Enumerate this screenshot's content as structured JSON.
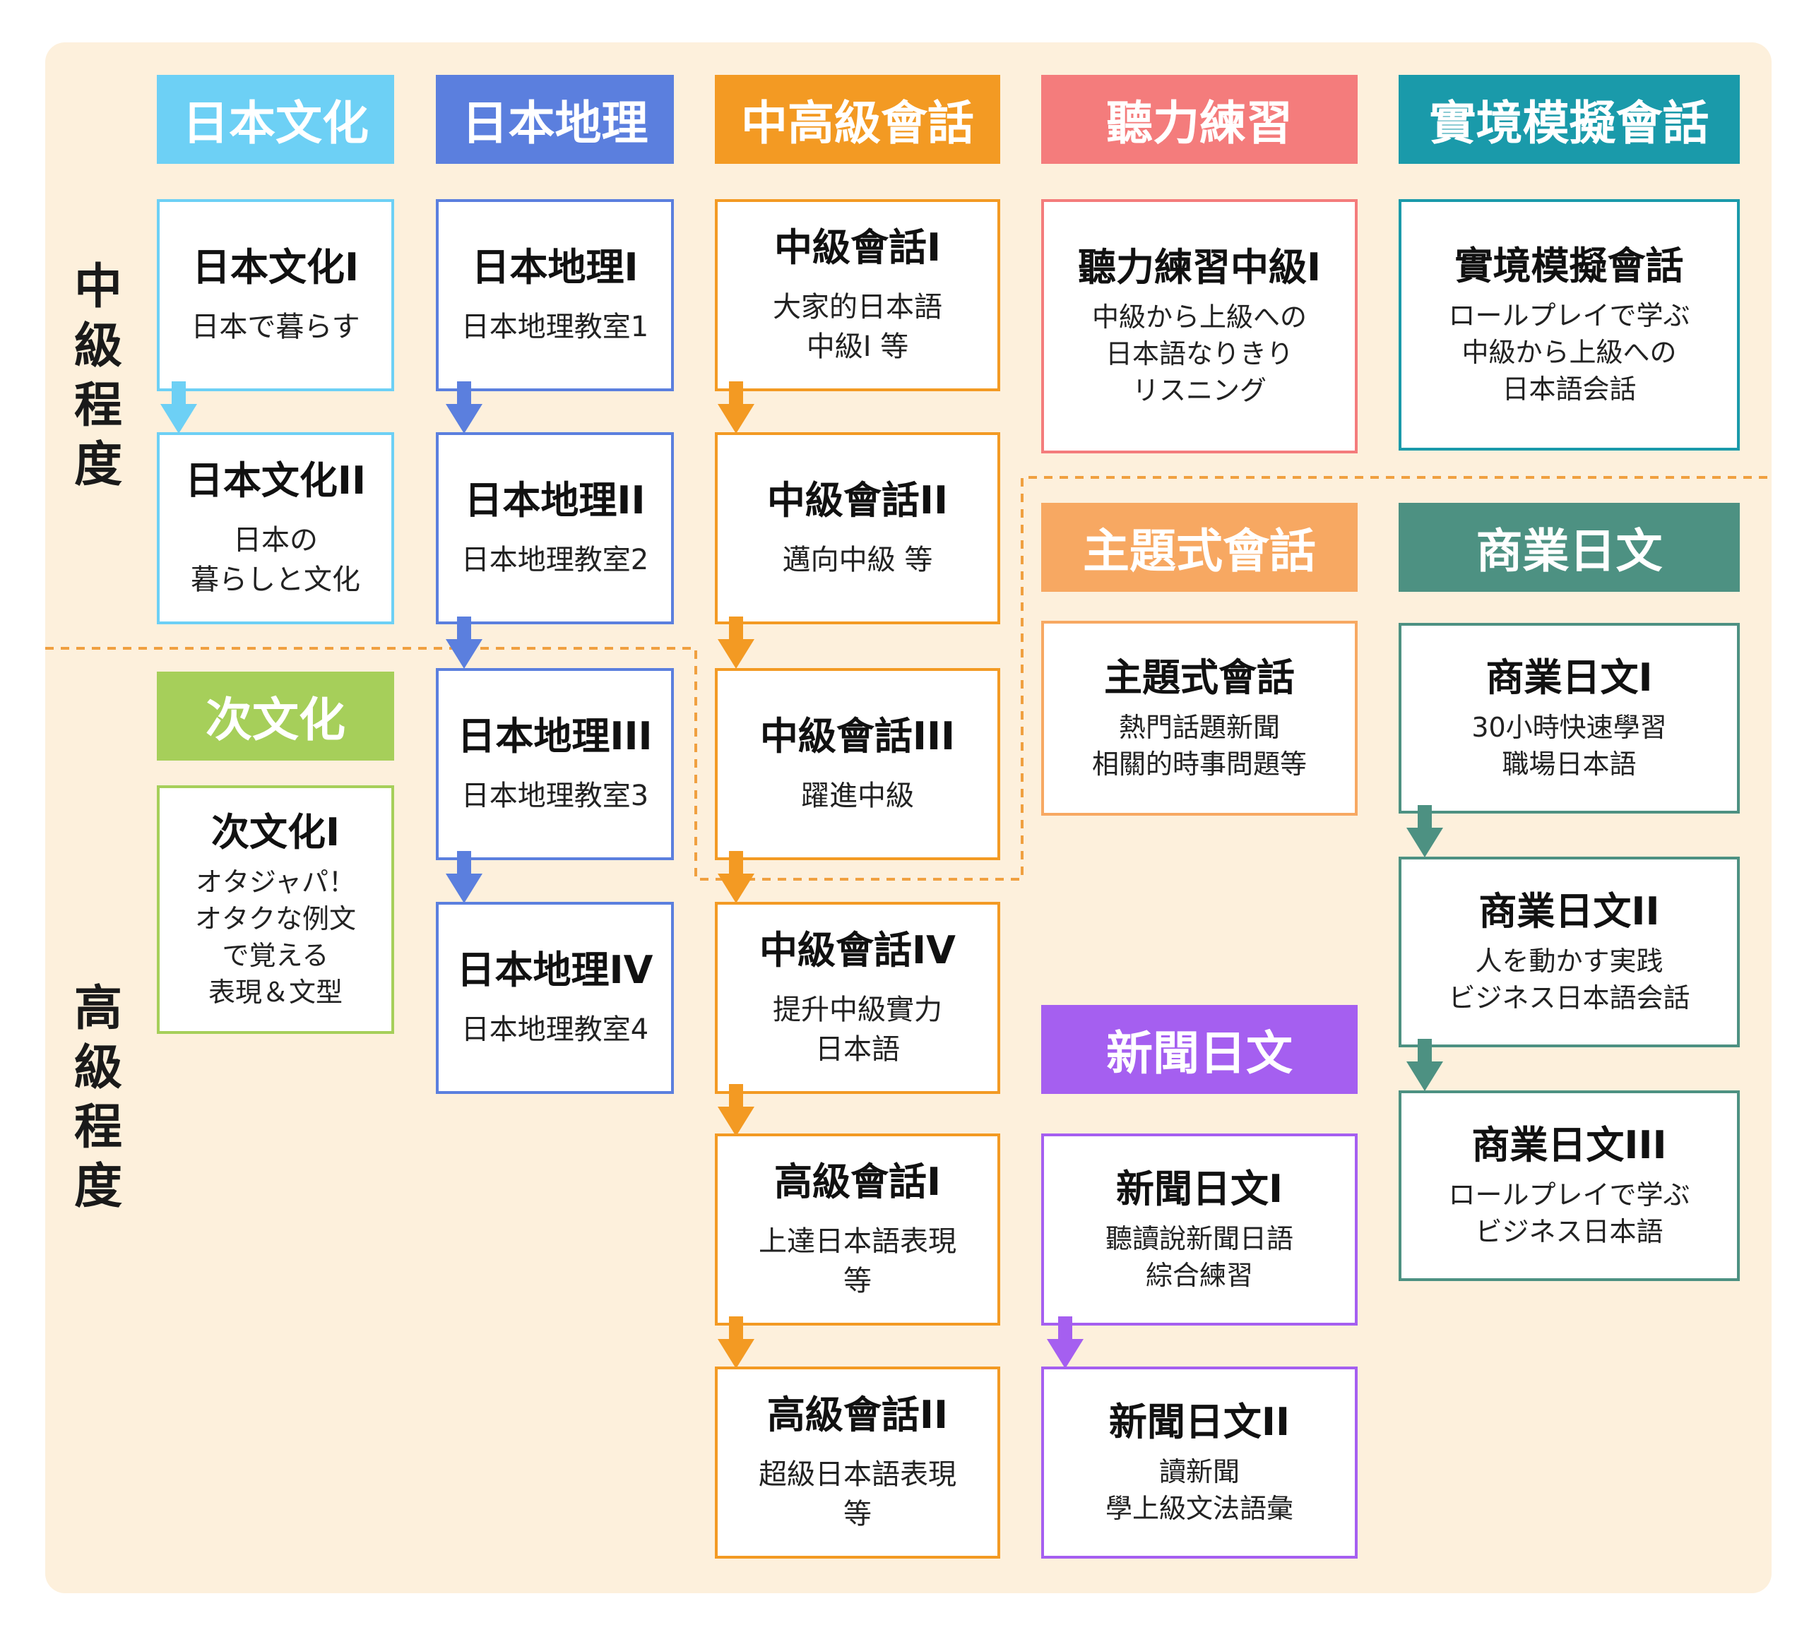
{
  "levels": {
    "intermediate": "中\n級\n程\n度",
    "advanced": "高\n級\n程\n度"
  },
  "colors": {
    "culture": "#6dd0f5",
    "geography": "#5b7fde",
    "conversation": "#f39a23",
    "listening": "#f47c7c",
    "roleplay": "#1a9aaa",
    "thematic": "#f7a862",
    "business": "#4d9182",
    "subculture": "#a6cf5a",
    "news": "#a55ff0",
    "divider": "#f0a040"
  },
  "headers": {
    "culture": "日本文化",
    "geography": "日本地理",
    "conversation": "中高級會話",
    "listening": "聽力練習",
    "roleplay": "實境模擬會話",
    "thematic": "主題式會話",
    "business": "商業日文",
    "subculture": "次文化",
    "news": "新聞日文"
  },
  "courses": {
    "culture1": {
      "title": "日本文化I",
      "desc": "日本で暮らす"
    },
    "culture2": {
      "title": "日本文化II",
      "desc": "日本の\n暮らしと文化"
    },
    "subculture1": {
      "title": "次文化I",
      "desc": "オタジャパ！\nオタクな例文\nで覚える\n表現＆文型"
    },
    "geo1": {
      "title": "日本地理I",
      "desc": "日本地理教室1"
    },
    "geo2": {
      "title": "日本地理II",
      "desc": "日本地理教室2"
    },
    "geo3": {
      "title": "日本地理III",
      "desc": "日本地理教室3"
    },
    "geo4": {
      "title": "日本地理IV",
      "desc": "日本地理教室4"
    },
    "conv1": {
      "title": "中級會話I",
      "desc": "大家的日本語\n中級I  等"
    },
    "conv2": {
      "title": "中級會話II",
      "desc": "邁向中級  等"
    },
    "conv3": {
      "title": "中級會話III",
      "desc": "躍進中級"
    },
    "conv4": {
      "title": "中級會話IV",
      "desc": "提升中級實力\n日本語"
    },
    "conv5": {
      "title": "高級會話I",
      "desc": "上達日本語表現\n等"
    },
    "conv6": {
      "title": "高級會話II",
      "desc": "超級日本語表現\n等"
    },
    "listen1": {
      "title": "聽力練習中級I",
      "desc": "中級から上級への\n日本語なりきり\nリスニング"
    },
    "role1": {
      "title": "實境模擬會話",
      "desc": "ロールプレイで学ぶ\n中級から上級への\n日本語会話"
    },
    "theme1": {
      "title": "主題式會話",
      "desc": "熱門話題新聞\n相關的時事問題等"
    },
    "biz1": {
      "title": "商業日文I",
      "desc": "30小時快速學習\n職場日本語"
    },
    "biz2": {
      "title": "商業日文II",
      "desc": "人を動かす実践\nビジネス日本語会話"
    },
    "biz3": {
      "title": "商業日文III",
      "desc": "ロールプレイで学ぶ\nビジネス日本語"
    },
    "news1": {
      "title": "新聞日文I",
      "desc": "聽讀說新聞日語\n綜合練習"
    },
    "news2": {
      "title": "新聞日文II",
      "desc": "讀新聞\n學上級文法語彙"
    }
  }
}
